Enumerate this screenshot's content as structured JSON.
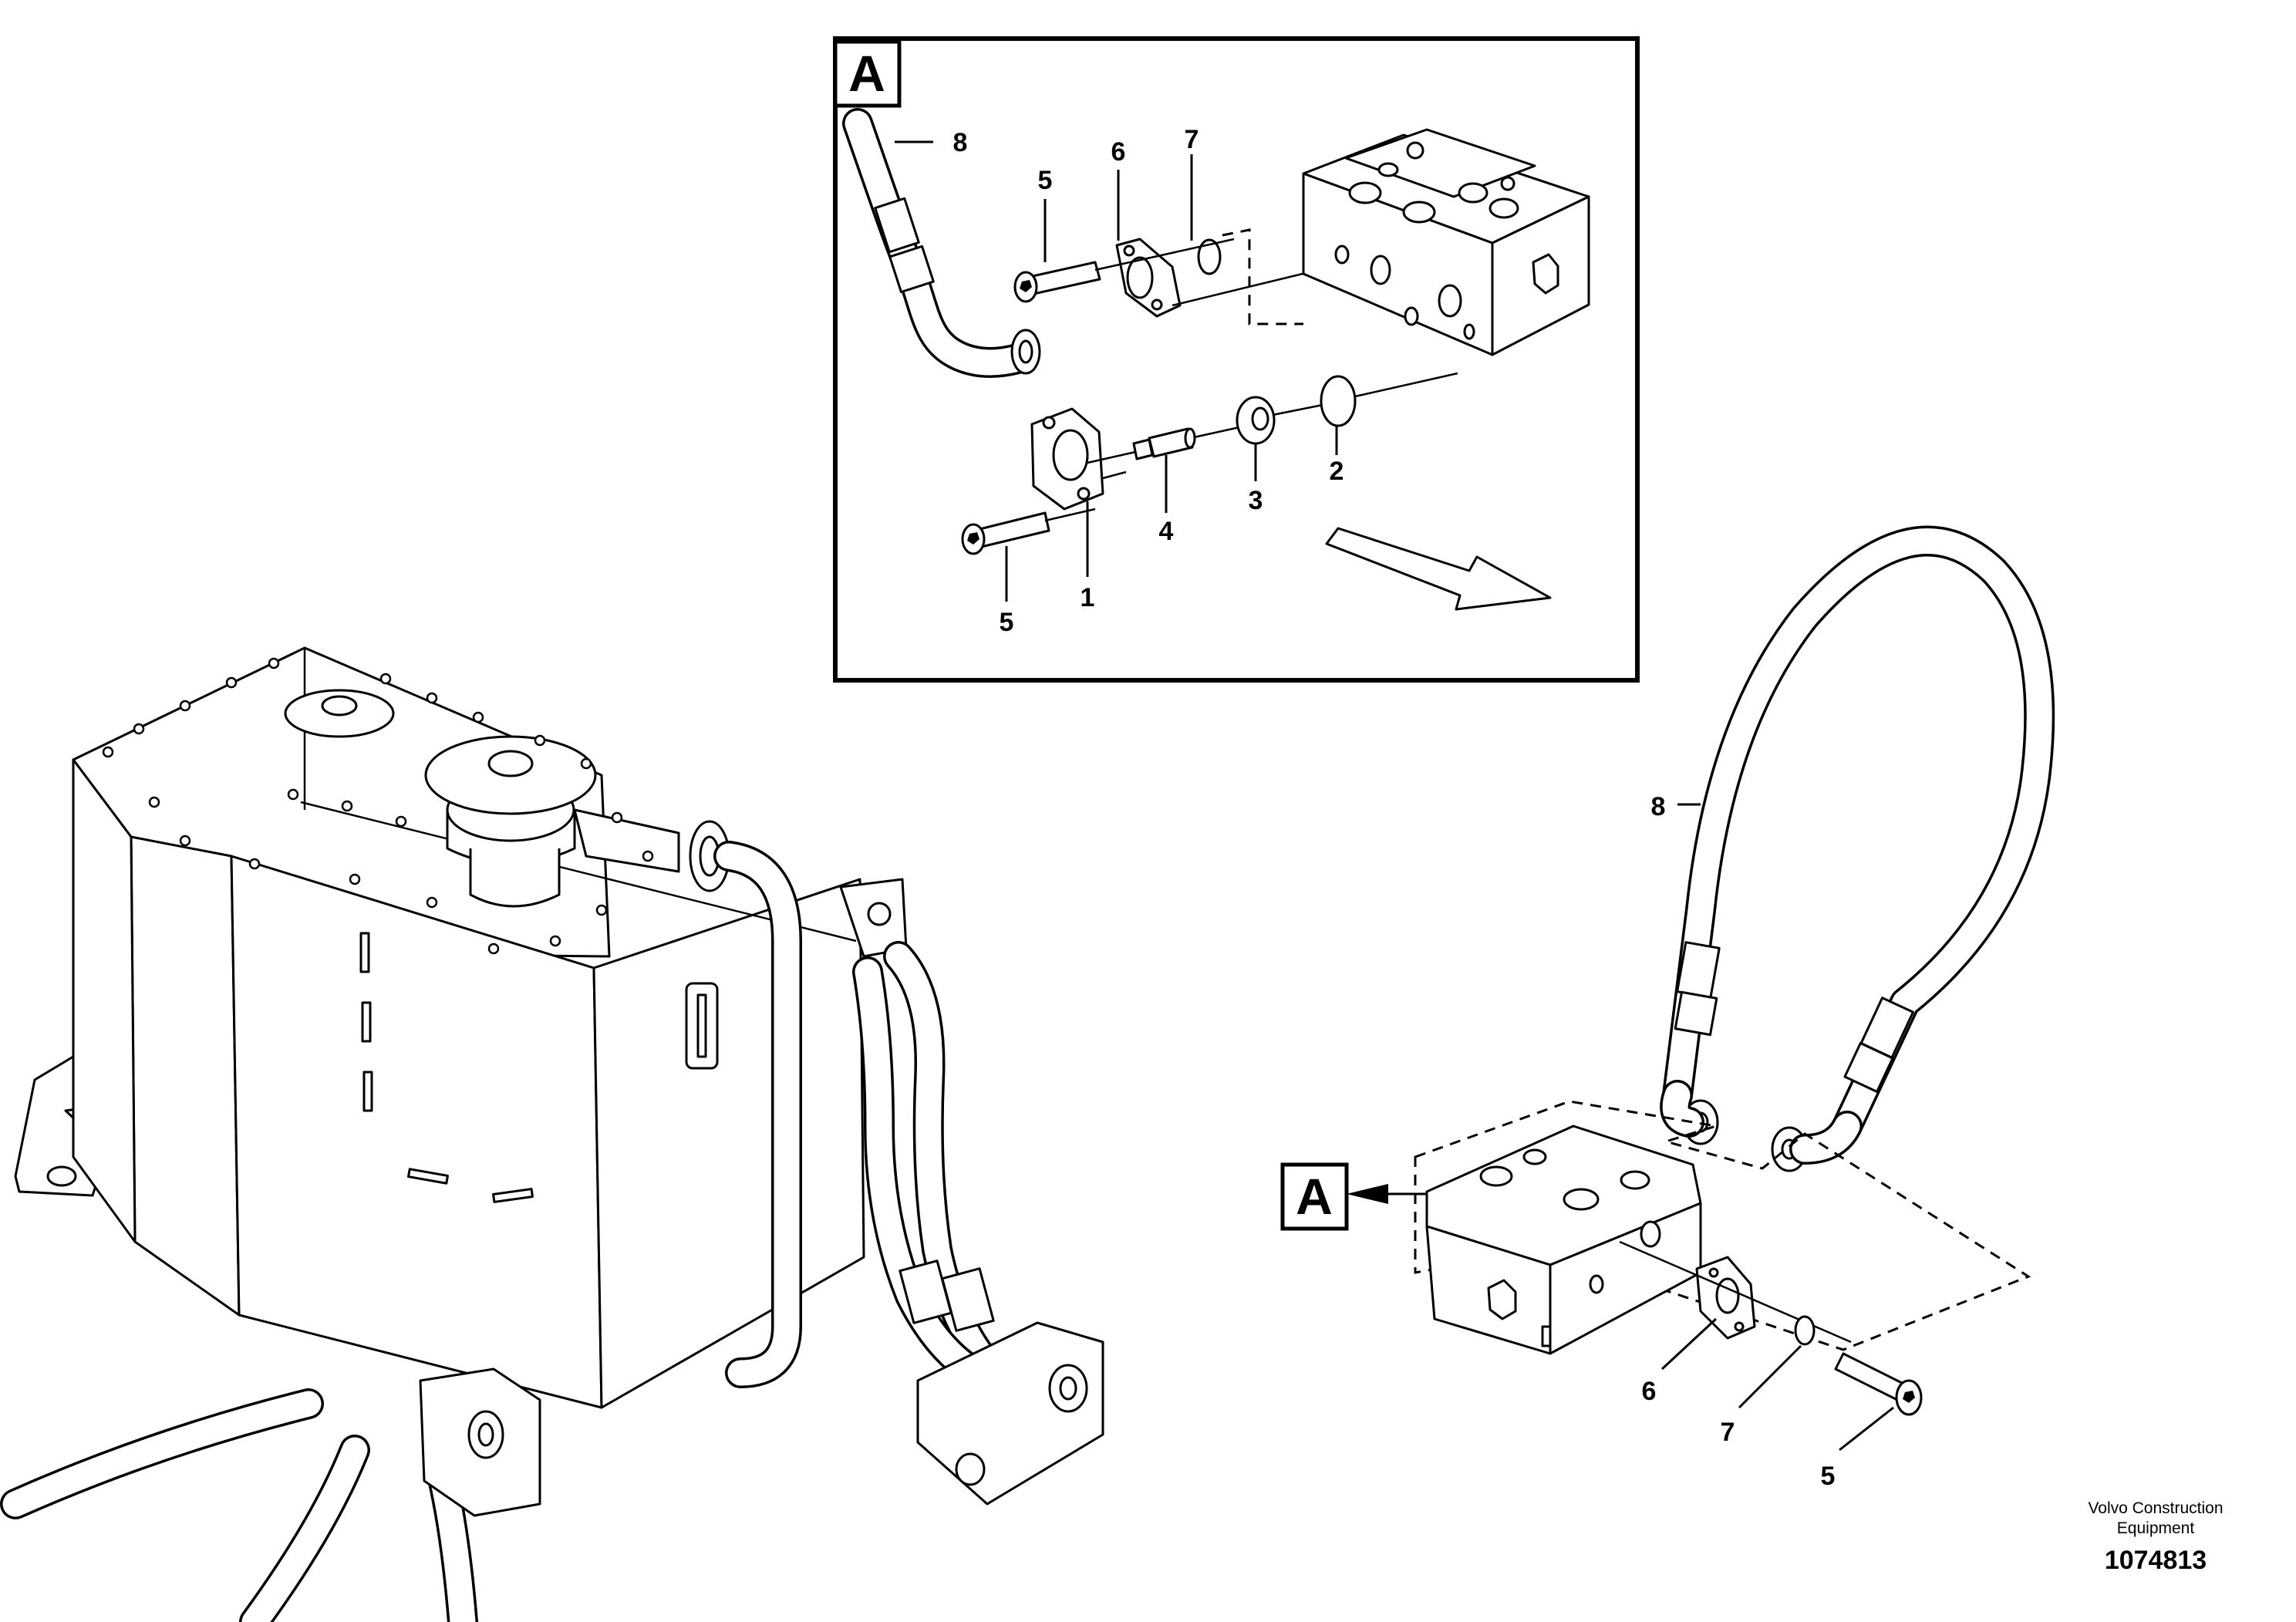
{
  "detail": {
    "tag": "A",
    "callouts": {
      "c8": "8",
      "c5a": "5",
      "c6": "6",
      "c7": "7",
      "c2": "2",
      "c3": "3",
      "c4": "4",
      "c1": "1",
      "c5b": "5"
    }
  },
  "main": {
    "tag": "A",
    "callouts": {
      "c8": "8",
      "c6": "6",
      "c7": "7",
      "c5": "5"
    }
  },
  "footer": {
    "brand_line1": "Volvo Construction",
    "brand_line2": "Equipment",
    "doc_number": "1074813"
  }
}
